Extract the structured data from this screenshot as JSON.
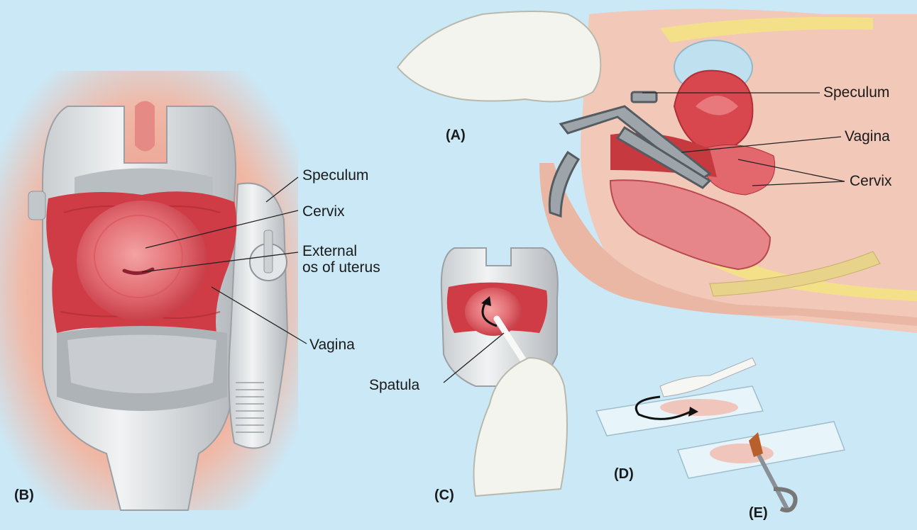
{
  "colors": {
    "background": "#cbe8f6",
    "tissue": "#d4424a",
    "tissue_dark": "#b52d36",
    "cervix": "#e8767c",
    "speculum": "#e6e9eb",
    "speculum_shade": "#a9aeb2",
    "skin": "#f2c8b6",
    "fat": "#f5e08a",
    "bladder": "#bfe0ee",
    "glove": "#f4f4ee",
    "instrument": "#6f767b"
  },
  "panels": {
    "A": "(A)",
    "B": "(B)",
    "C": "(C)",
    "D": "(D)",
    "E": "(E)"
  },
  "labels": {
    "b_speculum": "Speculum",
    "b_cervix": "Cervix",
    "b_external_os": "External\nos of uterus",
    "b_vagina": "Vagina",
    "c_spatula": "Spatula",
    "a_speculum": "Speculum",
    "a_vagina": "Vagina",
    "a_cervix": "Cervix"
  }
}
